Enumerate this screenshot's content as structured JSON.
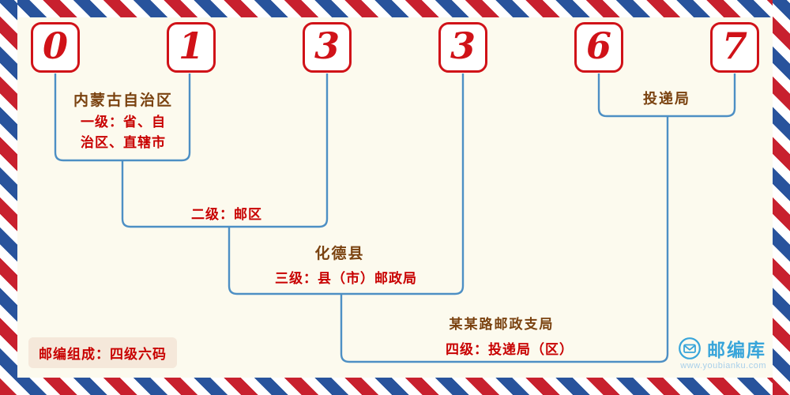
{
  "code": {
    "digits": [
      "0",
      "1",
      "3",
      "3",
      "6",
      "7"
    ]
  },
  "annotations": {
    "level1": {
      "region": "内蒙古自治区",
      "text": "一级：省、自\n治区、直辖市"
    },
    "level2": {
      "text": "二级：邮区"
    },
    "level3": {
      "name": "化德县",
      "text": "三级：县（市）邮政局"
    },
    "level4": {
      "name": "某某路邮政支局",
      "text": "四级：投递局（区）"
    },
    "delivery": {
      "text": "投递局"
    }
  },
  "footer": {
    "composition": "邮编组成：四级六码",
    "brand": "邮编库",
    "website": "www.youbianku.com"
  },
  "colors": {
    "digit_red": "#d01218",
    "line_blue": "#4d8fc4",
    "label_brown": "#7a4210",
    "label_red": "#c80000",
    "stripe_red": "#c8202e",
    "stripe_blue": "#28539c",
    "brand_blue": "#38a5da",
    "background": "#fcfaee"
  }
}
